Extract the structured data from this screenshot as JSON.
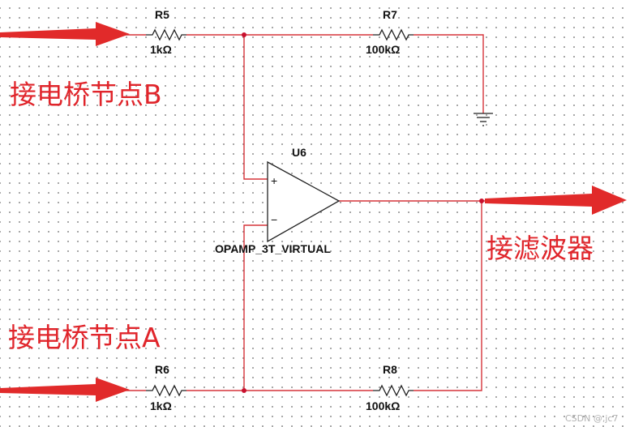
{
  "colors": {
    "wire": "#d6333a",
    "component": "#222222",
    "annotation": "#e0252b",
    "arrow": "#e12a2a",
    "junction": "#c8102e"
  },
  "icons": {
    "ground": "ground-icon",
    "opamp": "opamp-triangle",
    "resistor": "resistor-zigzag",
    "arrow": "arrow-right-icon"
  },
  "components": {
    "r5": {
      "ref": "R5",
      "value": "1kΩ"
    },
    "r7": {
      "ref": "R7",
      "value": "100kΩ"
    },
    "r6": {
      "ref": "R6",
      "value": "1kΩ"
    },
    "r8": {
      "ref": "R8",
      "value": "100kΩ"
    },
    "u6": {
      "ref": "U6",
      "model": "OPAMP_3T_VIRTUAL",
      "plus_pin": "+",
      "minus_pin": "−"
    }
  },
  "annotations": {
    "node_b": "接电桥节点B",
    "node_a": "接电桥节点A",
    "to_filter": "接滤波器"
  },
  "watermark": "CSDN @,jc7"
}
